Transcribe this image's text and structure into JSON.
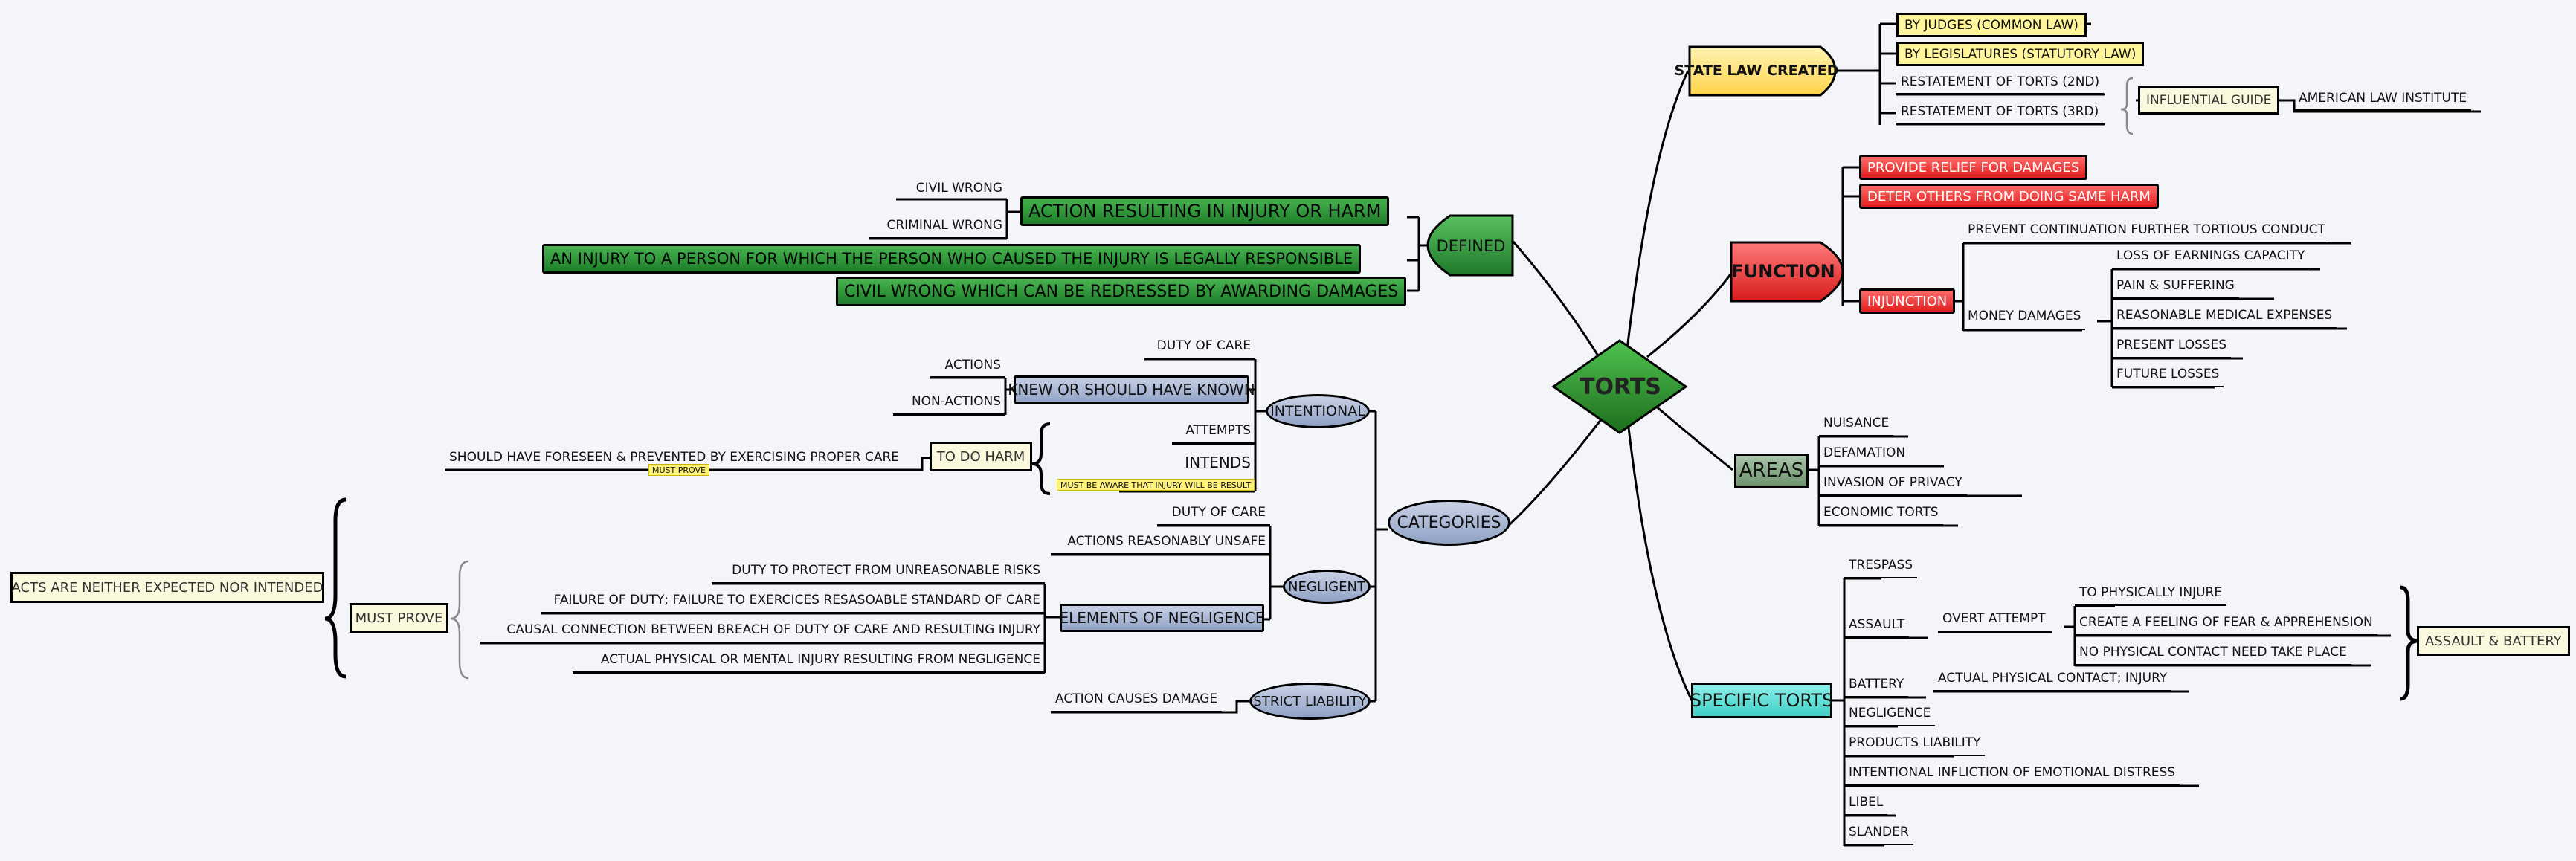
{
  "colors": {
    "center": "#2e8b2e",
    "function": "#e22d2d",
    "defined": "#2f9a38",
    "areas": "#87a987",
    "categories": "#9aa9c9",
    "specific": "#5fdad2",
    "state_law": "#ffe27a",
    "wire": "#000000",
    "bracket": "#8a8a8a"
  },
  "center": {
    "label": "TORTS"
  },
  "state_law": {
    "label": "STATE LAW CREATED",
    "items": [
      "BY JUDGES (COMMON LAW)",
      "BY LEGISLATURES (STATUTORY LAW)",
      "RESTATEMENT OF TORTS (2ND)",
      "RESTATEMENT OF TORTS (3RD)"
    ],
    "guide": "INFLUENTIAL GUIDE",
    "institute": "AMERICAN LAW INSTITUTE"
  },
  "function": {
    "label": "FUNCTION",
    "items": [
      "PROVIDE RELIEF FOR DAMAGES",
      "DETER OTHERS FROM DOING SAME HARM",
      "INJUNCTION"
    ],
    "injunction_items": [
      "PREVENT CONTINUATION FURTHER TORTIOUS CONDUCT",
      "MONEY DAMAGES"
    ],
    "money_damages": [
      "LOSS OF EARNINGS CAPACITY",
      "PAIN & SUFFERING",
      "REASONABLE MEDICAL EXPENSES",
      "PRESENT LOSSES",
      "FUTURE LOSSES"
    ]
  },
  "areas": {
    "label": "AREAS",
    "items": [
      "NUISANCE",
      "DEFAMATION",
      "INVASION OF PRIVACY",
      "ECONOMIC TORTS"
    ]
  },
  "specific": {
    "label": "SPECIFIC TORTS",
    "items": [
      "TRESPASS",
      "ASSAULT",
      "BATTERY",
      "NEGLIGENCE",
      "PRODUCTS LIABILITY",
      "INTENTIONAL INFLICTION OF EMOTIONAL DISTRESS",
      "LIBEL",
      "SLANDER"
    ],
    "overt_attempt": "OVERT ATTEMPT",
    "overt_items": [
      "TO PHYSICALLY INJURE",
      "CREATE A FEELING OF FEAR & APPREHENSION",
      "NO PHYSICAL CONTACT NEED TAKE PLACE"
    ],
    "battery_item": "ACTUAL PHYSICAL CONTACT; INJURY",
    "assault_battery": "ASSAULT & BATTERY"
  },
  "defined": {
    "label": "DEFINED",
    "items": [
      "ACTION RESULTING IN INJURY OR HARM",
      "AN INJURY TO A PERSON FOR WHICH THE PERSON WHO CAUSED THE INJURY IS LEGALLY RESPONSIBLE",
      "CIVIL WRONG WHICH CAN BE REDRESSED BY AWARDING DAMAGES"
    ],
    "action_items": [
      "CIVIL  WRONG",
      "CRIMINAL WRONG"
    ]
  },
  "categories": {
    "label": "CATEGORIES",
    "intentional": {
      "label": "INTENTIONAL",
      "items": [
        "DUTY OF CARE",
        "KNEW OR SHOULD HAVE KNOWN",
        "ATTEMPTS",
        "INTENDS"
      ],
      "knew_items": [
        "ACTIONS",
        "NON-ACTIONS"
      ],
      "to_do_harm": "TO DO HARM",
      "foreseen": "SHOULD HAVE FORESEEN & PREVENTED BY EXERCISING PROPER CARE",
      "must_prove_note": "MUST PROVE",
      "aware_note": "MUST BE AWARE THAT INJURY WILL BE RESULT"
    },
    "negligent": {
      "label": "NEGLIGENT",
      "items": [
        "DUTY OF CARE",
        "ACTIONS REASONABLY UNSAFE",
        "ELEMENTS OF NEGLIGENCE"
      ],
      "elements": [
        "DUTY TO PROTECT FROM UNREASONABLE RISKS",
        "FAILURE OF DUTY; FAILURE TO EXERCICES RESASOABLE STANDARD OF CARE",
        "CAUSAL CONNECTION BETWEEN BREACH OF DUTY OF CARE AND RESULTING INJURY",
        "ACTUAL PHYSICAL OR MENTAL INJURY RESULTING FROM NEGLIGENCE"
      ],
      "must_prove": "MUST PROVE",
      "acts": "ACTS ARE NEITHER EXPECTED NOR INTENDED"
    },
    "strict": {
      "label": "STRICT LIABILITY",
      "item": "ACTION CAUSES DAMAGE"
    }
  }
}
